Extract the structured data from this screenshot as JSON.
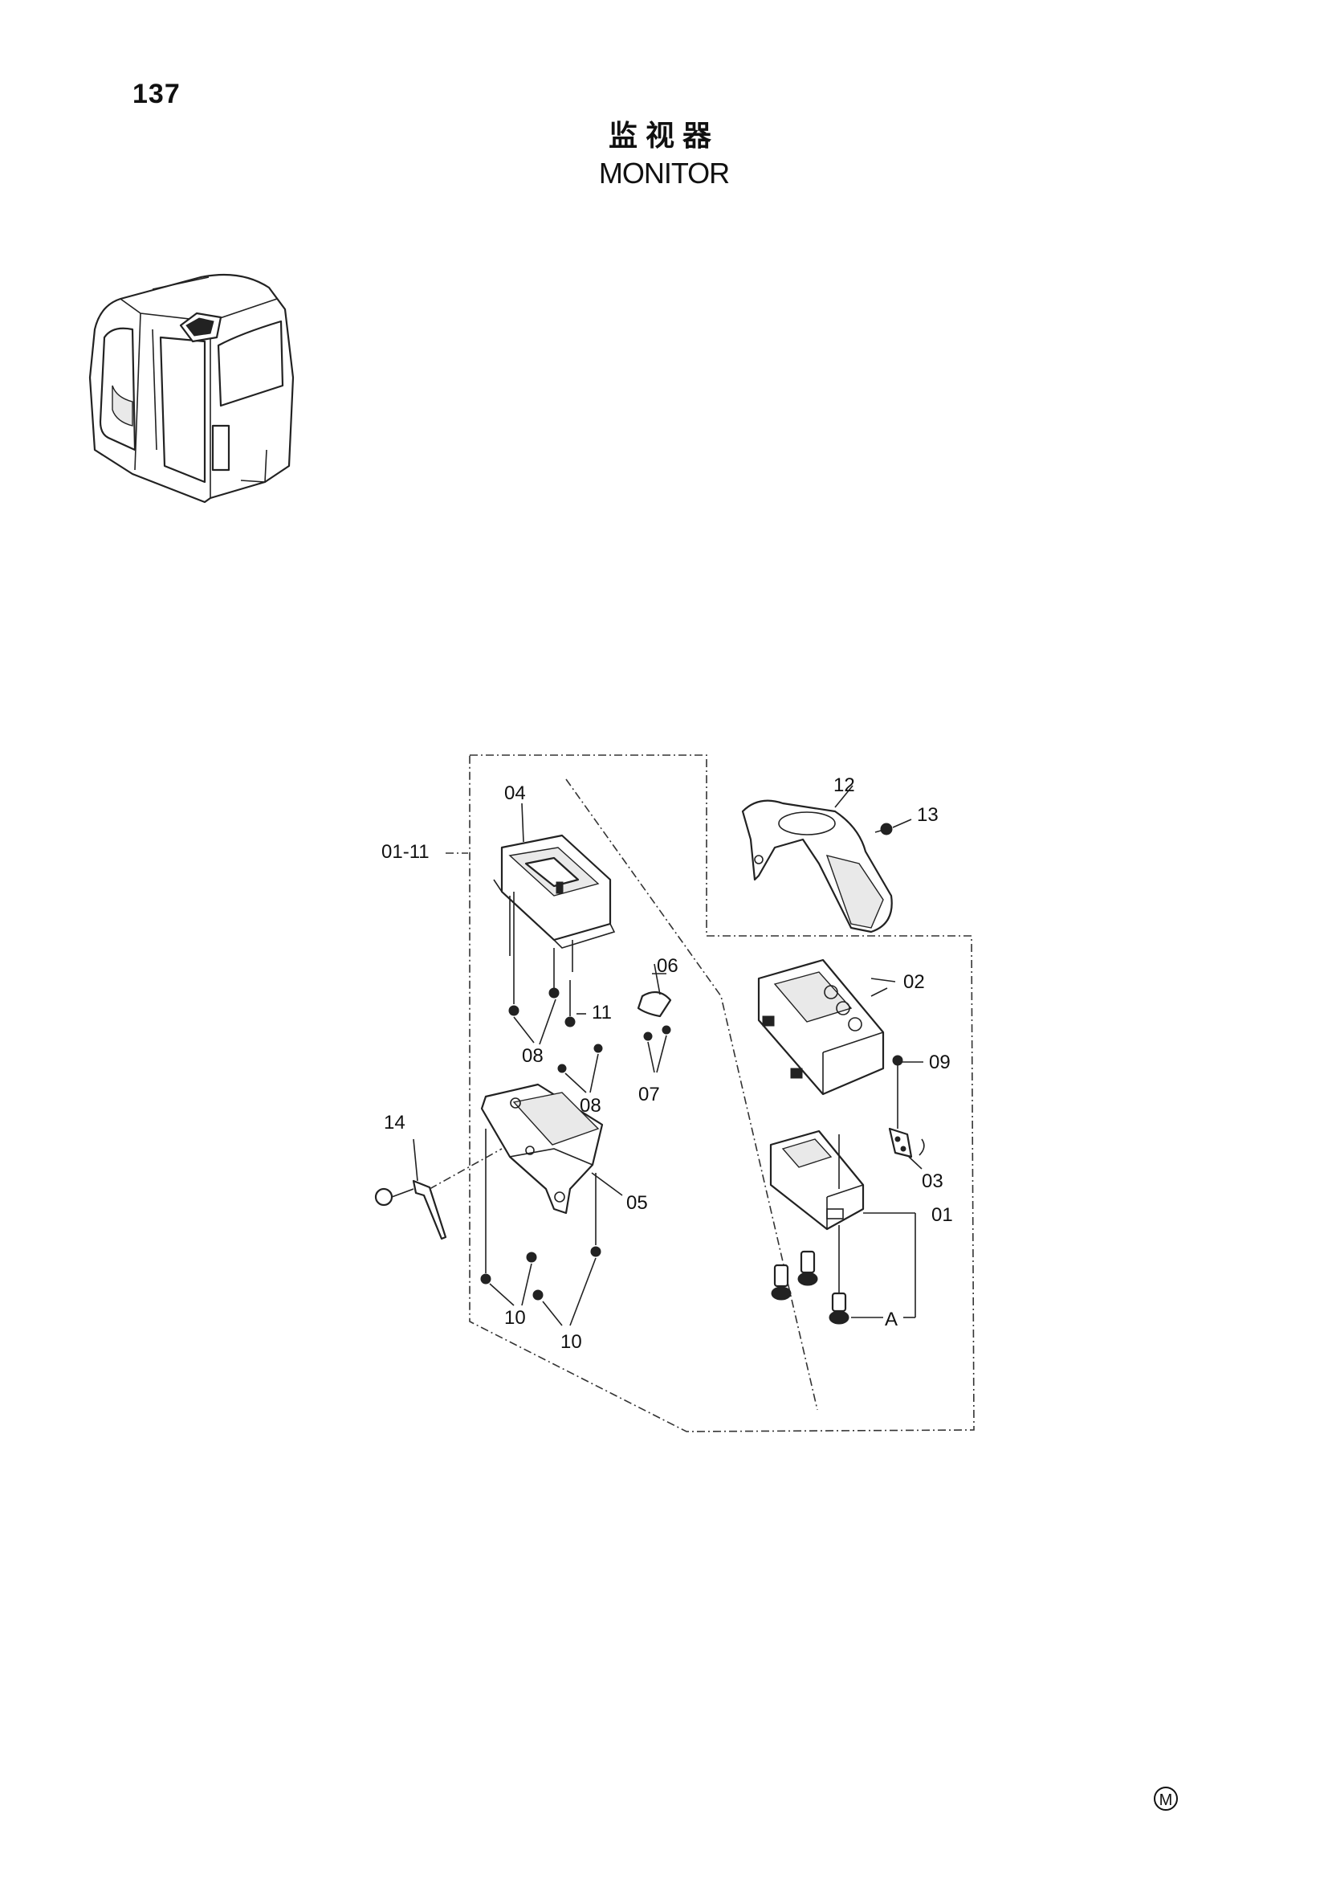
{
  "page": {
    "number": "137",
    "title_cn": "监视器",
    "title_en": "MONITOR",
    "mark": "M"
  },
  "callouts": {
    "c01_11": "01-11",
    "c04": "04",
    "c06": "06",
    "c11": "11",
    "c08a": "08",
    "c08b": "08",
    "c07": "07",
    "c14": "14",
    "c05": "05",
    "c10a": "10",
    "c10b": "10",
    "c12": "12",
    "c13": "13",
    "c02": "02",
    "c09": "09",
    "c03": "03",
    "c01": "01",
    "cA": "A"
  }
}
